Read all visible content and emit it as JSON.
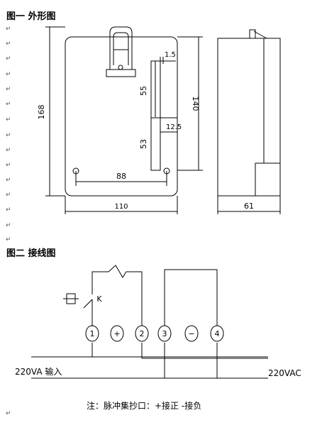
{
  "headings": {
    "fig1": "图一 外形图",
    "fig2": "图二 接线图"
  },
  "return_mark": "↵",
  "dimensions": {
    "height_total": "168",
    "height_inner": "140",
    "width_total": "110",
    "depth": "61",
    "hole_spacing": "88",
    "d_1_5": "1.5",
    "d_55": "55",
    "d_12_5": "12.5",
    "d_53": "53"
  },
  "wiring": {
    "relay_label": "K",
    "terminals": [
      "1",
      "+",
      "2",
      "3",
      "−",
      "4"
    ],
    "left_label": "220VA 输入",
    "right_label": "220VAC"
  },
  "note": "注：脉冲集抄口：+接正 -接负"
}
